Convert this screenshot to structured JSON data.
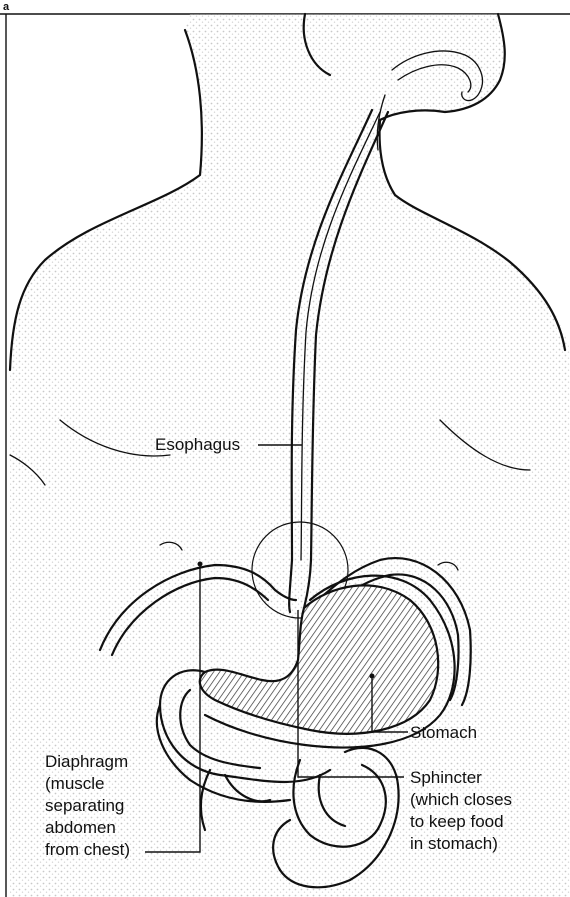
{
  "corner_mark": "a",
  "labels": {
    "esophagus": "Esophagus",
    "stomach": "Stomach",
    "diaphragm": [
      "Diaphragm",
      "(muscle",
      "separating",
      "abdomen",
      "from chest)"
    ],
    "sphincter": [
      "Sphincter",
      "(which closes",
      "to keep food",
      "in stomach)"
    ]
  }
}
